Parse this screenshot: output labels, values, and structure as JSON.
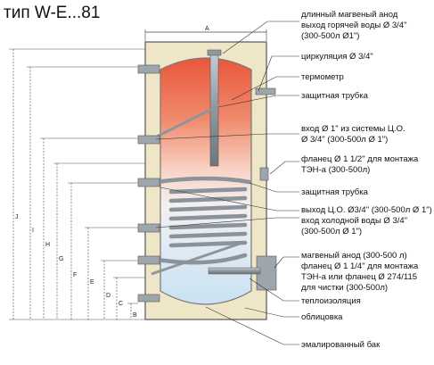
{
  "title": "тип W-E...81",
  "colors": {
    "insulation": "#efe6c8",
    "hot": "#e8553a",
    "cold": "#dceefa",
    "steel": "#9da6ad",
    "lines": "#444444"
  },
  "callouts": [
    {
      "id": "anode-top",
      "lines": [
        "длинный магвеный анод",
        "выход горячей воды  Ø 3/4\"",
        "(300-500л Ø1\")"
      ]
    },
    {
      "id": "circulation",
      "lines": [
        "циркуляция Ø 3/4\""
      ]
    },
    {
      "id": "thermometer",
      "lines": [
        "термометр"
      ]
    },
    {
      "id": "sleeve-top",
      "lines": [
        "защитная трубка"
      ]
    },
    {
      "id": "heating-in",
      "lines": [
        "вход  Ø 1\" из системы Ц.О.",
        "Ø 3/4\" (300-500л Ø 1\")"
      ]
    },
    {
      "id": "flange-heater",
      "lines": [
        "фланец  Ø 1 1/2\" для монтажа",
        "ТЭН-а (300-500л)"
      ]
    },
    {
      "id": "sleeve-mid",
      "lines": [
        "защитная трубка"
      ]
    },
    {
      "id": "outputs",
      "lines": [
        "выход Ц.О.  Ø3/4\" (300-500л Ø 1\")",
        "вход холодной воды  Ø 3/4\"",
        "(300-500л Ø 1\")"
      ]
    },
    {
      "id": "flange-bottom",
      "lines": [
        "магвеный анод  (300-500 л)",
        "фланец  Ø 1 1/4\" для монтажа",
        "ТЭН-а или  фланец Ø 274/115",
        "для чистки (300-500л)"
      ]
    },
    {
      "id": "insulation",
      "lines": [
        "теплоизоляция"
      ]
    },
    {
      "id": "cladding",
      "lines": [
        "облицовка"
      ]
    },
    {
      "id": "tank",
      "lines": [
        "эмалированный бак"
      ]
    }
  ],
  "dimensions": [
    "A",
    "J",
    "I",
    "H",
    "G",
    "F",
    "E",
    "D",
    "C",
    "B"
  ]
}
